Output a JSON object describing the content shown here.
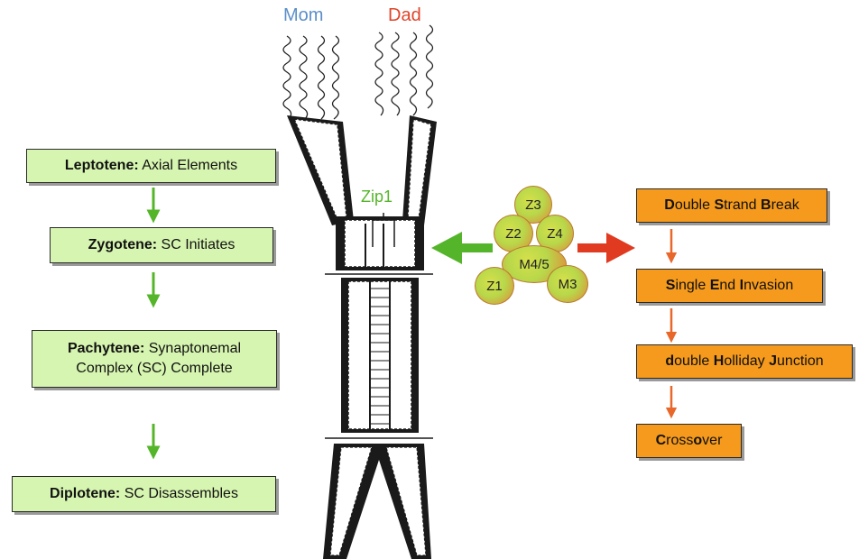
{
  "labels": {
    "mom": "Mom",
    "dad": "Dad",
    "zip1": "Zip1"
  },
  "colors": {
    "mom": "#5b8fc8",
    "dad": "#e0442a",
    "green": "#55b52a",
    "orange": "#f59a1c",
    "arrow_orange": "#e8672a",
    "red_arrow": "#e03a20",
    "stage_fill": "#d6f5b0"
  },
  "stages": [
    {
      "bold": "Leptotene:",
      "text": " Axial Elements"
    },
    {
      "bold": "Zygotene:",
      "text": " SC Initiates"
    },
    {
      "bold": "Pachytene:",
      "text": " Synaptonemal",
      "line2": "Complex (SC) Complete"
    },
    {
      "bold": "Diplotene:",
      "text": " SC Disassembles"
    }
  ],
  "proteins": [
    "Z3",
    "Z2",
    "Z4",
    "M4/5",
    "Z1",
    "M3"
  ],
  "steps": [
    {
      "parts": [
        [
          "D",
          true
        ],
        [
          "ouble ",
          false
        ],
        [
          "S",
          true
        ],
        [
          "trand ",
          false
        ],
        [
          "B",
          true
        ],
        [
          "reak",
          false
        ]
      ]
    },
    {
      "parts": [
        [
          "S",
          true
        ],
        [
          "ingle ",
          false
        ],
        [
          "E",
          true
        ],
        [
          "nd ",
          false
        ],
        [
          "I",
          true
        ],
        [
          "nvasion",
          false
        ]
      ]
    },
    {
      "parts": [
        [
          "d",
          true
        ],
        [
          "ouble ",
          false
        ],
        [
          "H",
          true
        ],
        [
          "olliday ",
          false
        ],
        [
          "J",
          true
        ],
        [
          "unction",
          false
        ]
      ]
    },
    {
      "parts": [
        [
          "C",
          true
        ],
        [
          "ross",
          false
        ],
        [
          "o",
          true
        ],
        [
          "ver",
          false
        ]
      ]
    }
  ]
}
